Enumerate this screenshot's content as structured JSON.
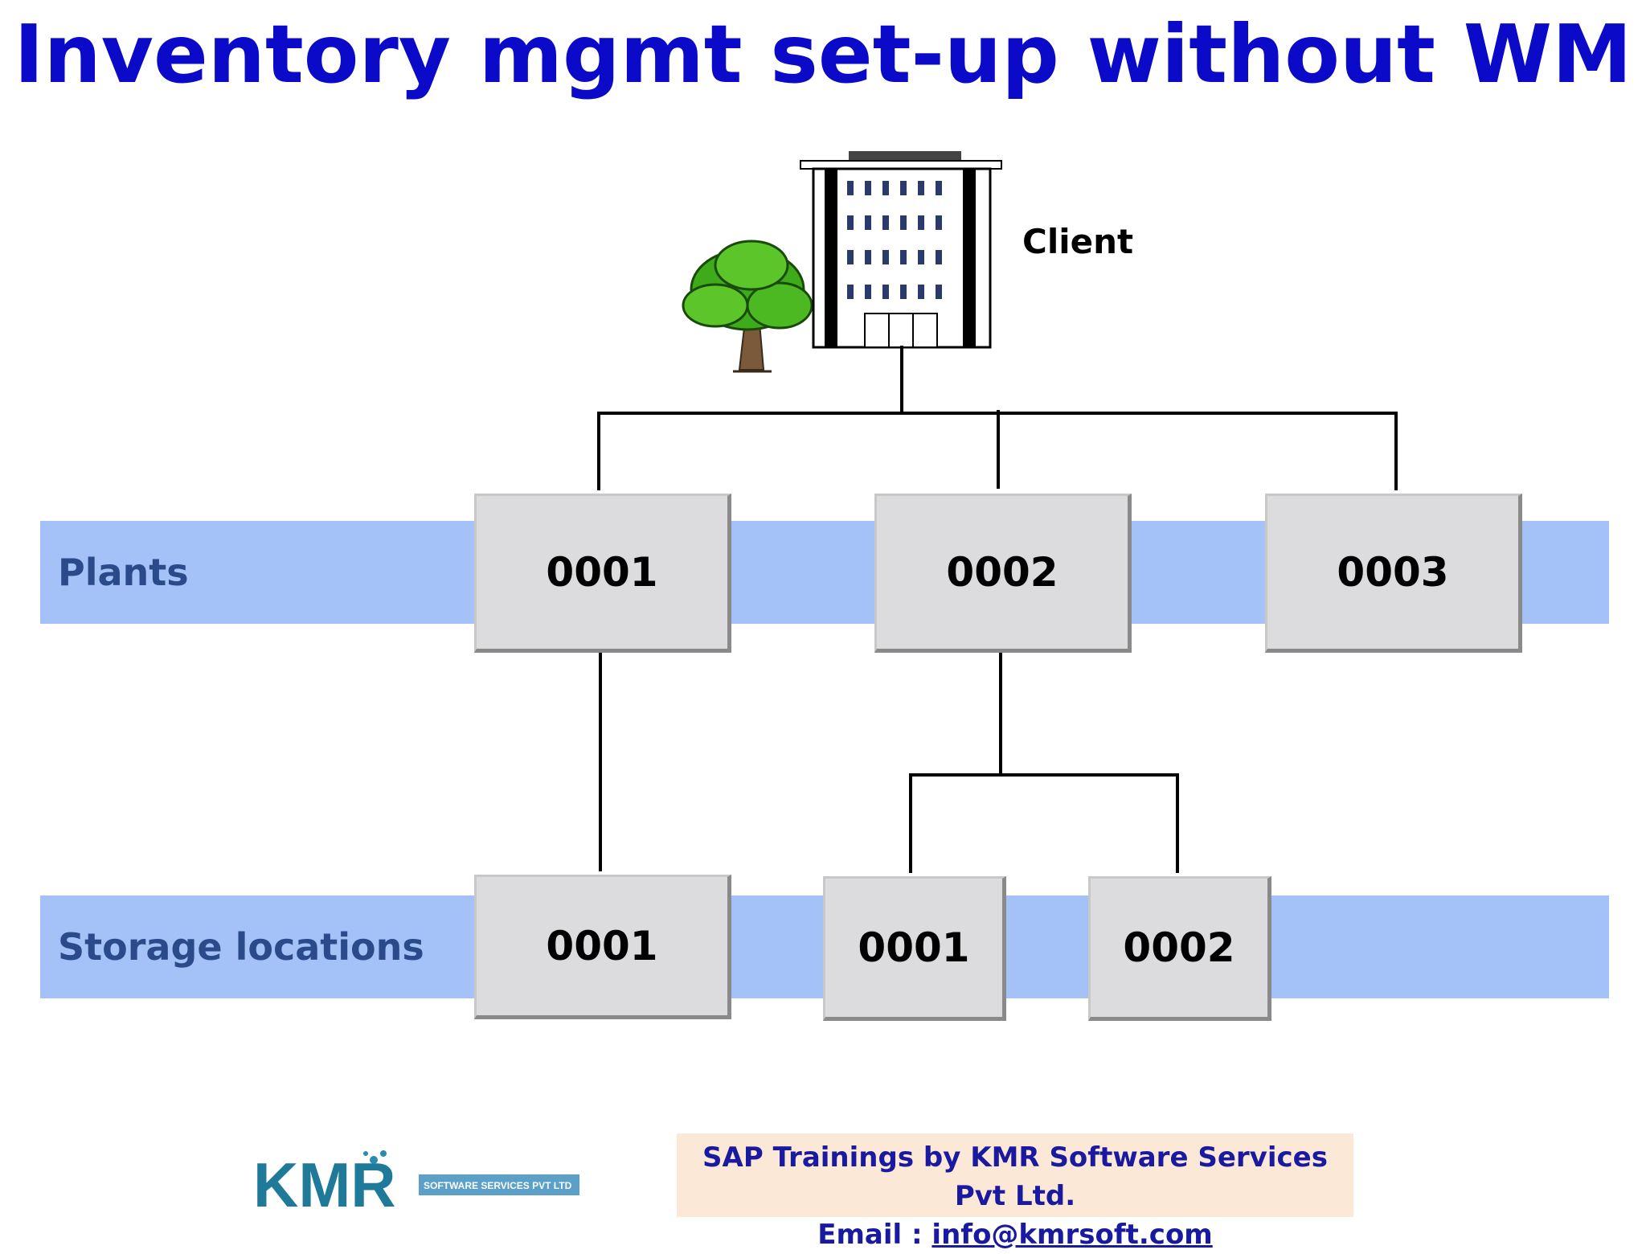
{
  "title": "Inventory mgmt set-up without WM",
  "client": {
    "label": "Client"
  },
  "bands": {
    "plants": "Plants",
    "storage": "Storage locations"
  },
  "plants": [
    "0001",
    "0002",
    "0003"
  ],
  "storage_locations": [
    "0001",
    "0001",
    "0002"
  ],
  "footer": {
    "line1": "SAP Trainings by KMR Software Services Pvt Ltd.",
    "email_prefix": "Email : ",
    "email": "info@kmrsoft.com"
  },
  "logo": {
    "brand": "KMR",
    "tagline": "SOFTWARE SERVICES PVT LTD"
  },
  "colors": {
    "title": "#0a0ac8",
    "band": "#a4c2f7",
    "box": "#dcdcde",
    "footer_bg": "#fce8d6",
    "footer_text": "#1a1aa0"
  }
}
